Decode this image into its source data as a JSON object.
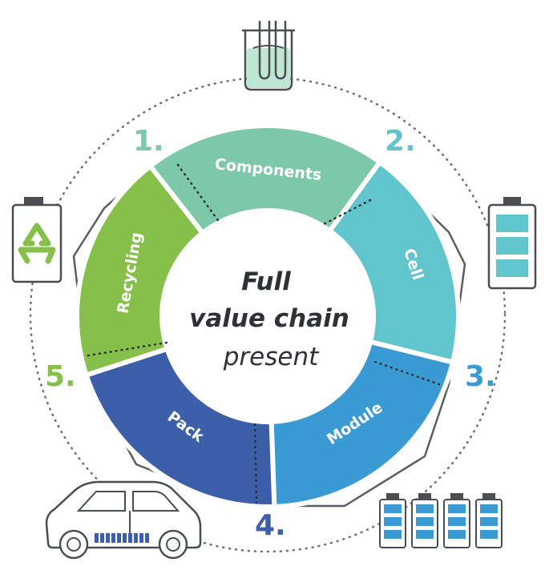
{
  "center": {
    "line1": "Full",
    "line2": "value chain",
    "line3": "present"
  },
  "stages": [
    {
      "number": "1.",
      "label": "Components",
      "color": "#7cc8a9",
      "icon": "electrolyte-beaker-icon"
    },
    {
      "number": "2.",
      "label": "Cell",
      "color": "#62c4cc",
      "icon": "battery-cell-icon"
    },
    {
      "number": "3.",
      "label": "Module",
      "color": "#3a9bd4",
      "icon": "battery-modules-icon"
    },
    {
      "number": "4.",
      "label": "Pack",
      "color": "#3d5faa",
      "icon": "electric-car-icon"
    },
    {
      "number": "5.",
      "label": "Recycling",
      "color": "#86c04a",
      "icon": "recycling-battery-icon"
    }
  ],
  "colors": {
    "outline": "#5a5d63",
    "center_text": "#2f3136",
    "car_battery": "#3d5faa"
  }
}
